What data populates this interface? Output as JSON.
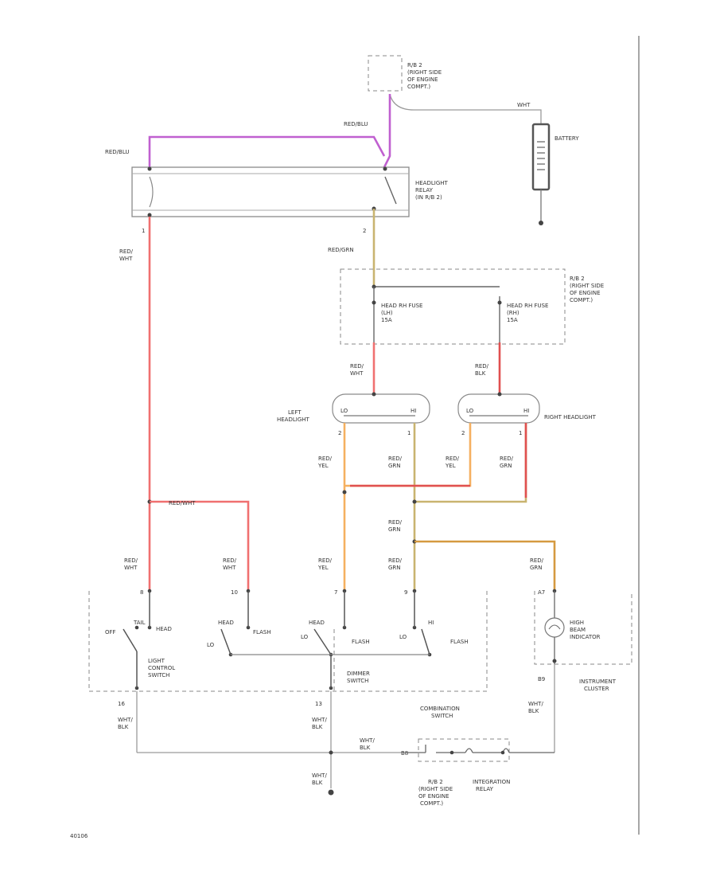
{
  "colors": {
    "red_wht": "#f07070",
    "red_blu": "#c060d0",
    "red_grn": "#c9b470",
    "red_grn_ind": "#d59a40",
    "red_yel": "#f5b060",
    "red_blk": "#e05050",
    "ground": "#9a9a9a"
  },
  "labels": {
    "rb2_top": [
      "R/B 2",
      "(RIGHT SIDE",
      "OF ENGINE",
      "COMPT.)"
    ],
    "rb2_mid": [
      "R/B 2",
      "(RIGHT SIDE",
      "OF ENGINE",
      "COMPT.)"
    ],
    "rb2_bottom": [
      "R/B 2",
      "(RIGHT SIDE",
      "OF ENGINE",
      "COMPT.)"
    ],
    "battery": "BATTERY",
    "wht": "WHT",
    "headlight_relay": [
      "HEADLIGHT",
      "RELAY",
      "(IN R/B 2)"
    ],
    "red_blu_top": "RED/BLU",
    "red_blu_left": "RED/BLU",
    "red_wht_left": [
      "RED/",
      "WHT"
    ],
    "red_grn_relay": "RED/GRN",
    "pin_1": "1",
    "pin_2": "2",
    "fuse_lh": [
      "HEAD RH FUSE",
      "(LH)",
      "15A"
    ],
    "fuse_rh": [
      "HEAD RH FUSE",
      "(RH)",
      "15A"
    ],
    "red_wht_lh": [
      "RED/",
      "WHT"
    ],
    "red_blk_rh": [
      "RED/",
      "BLK"
    ],
    "left_headlight": [
      "LEFT",
      "HEADLIGHT"
    ],
    "right_headlight": "RIGHT HEADLIGHT",
    "h_lo": "LO",
    "h_hi": "HI",
    "pin_2b": "2",
    "pin_1b": "1",
    "pin_2c": "2",
    "pin_1c": "1",
    "w_red_yel_1": [
      "RED/",
      "YEL"
    ],
    "w_red_grn_1": [
      "RED/",
      "GRN"
    ],
    "w_red_yel_2": [
      "RED/",
      "YEL"
    ],
    "w_red_grn_2": [
      "RED/",
      "GRN"
    ],
    "red_wht_splice": "RED/WHT",
    "w_red_grn_3": [
      "RED/",
      "GRN"
    ],
    "sw_red_wht_a": [
      "RED/",
      "WHT"
    ],
    "sw_red_wht_b": [
      "RED/",
      "WHT"
    ],
    "sw_red_yel": [
      "RED/",
      "YEL"
    ],
    "sw_red_grn": [
      "RED/",
      "GRN"
    ],
    "ind_red_grn": [
      "RED/",
      "GRN"
    ],
    "pin_8": "8",
    "pin_10": "10",
    "pin_7": "7",
    "pin_9": "9",
    "pin_a7": "A7",
    "off": "OFF",
    "tail": "TAIL",
    "head_a": "HEAD",
    "head_b": "HEAD",
    "head_c": "HEAD",
    "flash_a": "FLASH",
    "flash_b": "FLASH",
    "flash_c": "FLASH",
    "lo_a": "LO",
    "lo_b": "LO",
    "lo_c": "LO",
    "hi": "HI",
    "light_control_switch": [
      "LIGHT",
      "CONTROL",
      "SWITCH"
    ],
    "dimmer_switch": [
      "DIMMER",
      "SWITCH"
    ],
    "high_beam_indicator": [
      "HIGH",
      "BEAM",
      "INDICATOR"
    ],
    "instrument_cluster": [
      "INSTRUMENT",
      "CLUSTER"
    ],
    "pin_b9": "B9",
    "combination_switch": [
      "COMBINATION",
      "SWITCH"
    ],
    "pin_16": "16",
    "pin_13": "13",
    "wht_blk_a": [
      "WHT/",
      "BLK"
    ],
    "wht_blk_b": [
      "WHT/",
      "BLK"
    ],
    "wht_blk_c": [
      "WHT/",
      "BLK"
    ],
    "wht_blk_d": [
      "WHT/",
      "BLK"
    ],
    "wht_blk_e": [
      "WHT/",
      "BLK"
    ],
    "pin_b8": "B8",
    "integration_relay": [
      "INTEGRATION",
      "RELAY"
    ],
    "page_code": "40106"
  }
}
